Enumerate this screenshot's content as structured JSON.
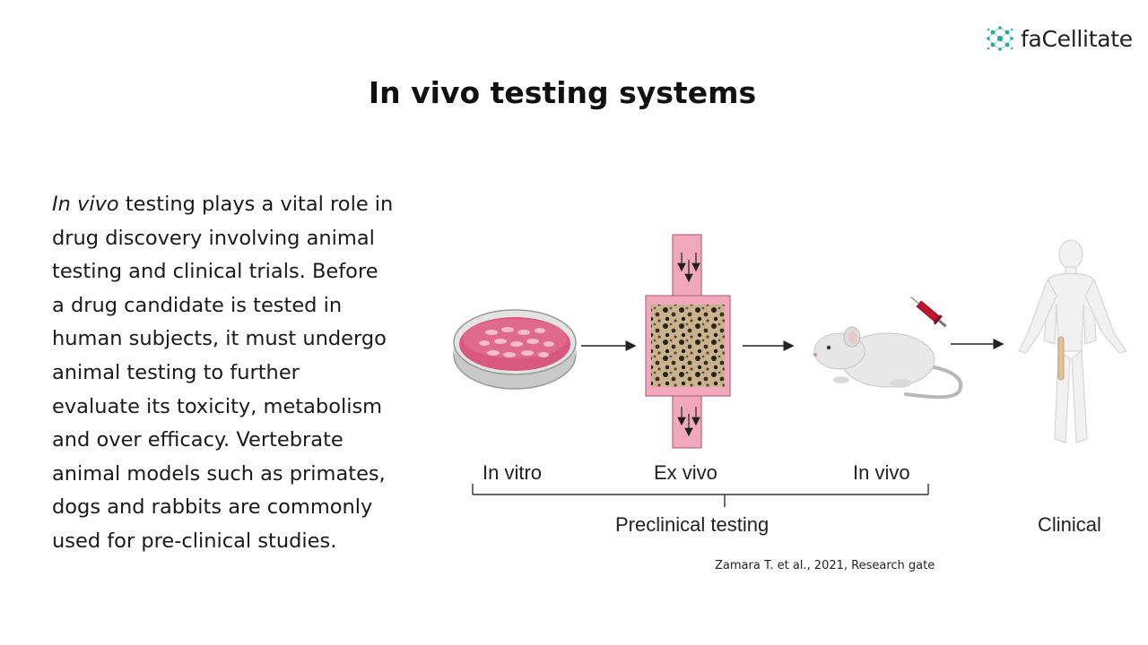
{
  "brand": {
    "name": "faCellitate"
  },
  "slide": {
    "title": "In vivo testing systems",
    "body": {
      "lead_italic": "In vivo",
      "line1_rest": " testing plays a vital role in",
      "lines": [
        "drug discovery involving animal",
        "testing and clinical trials. Before",
        "a drug candidate is tested in",
        "human subjects, it must undergo",
        "animal testing to further",
        "evaluate its toxicity, metabolism",
        "and over efficacy. Vertebrate",
        "animal models such as primates,",
        "dogs and rabbits are commonly",
        "used for pre-clinical studies."
      ]
    }
  },
  "diagram": {
    "stages": {
      "in_vitro": "In vitro",
      "ex_vivo": "Ex vivo",
      "in_vivo": "In vivo",
      "clinical": "Clinical"
    },
    "group_label": "Preclinical testing"
  },
  "citation": "Zamara T. et al., 2021, Research gate",
  "colors": {
    "accent_teal": "#2aa6a0",
    "dish_pink": "#d9587f",
    "chamber_pink": "#f1a8bd"
  }
}
